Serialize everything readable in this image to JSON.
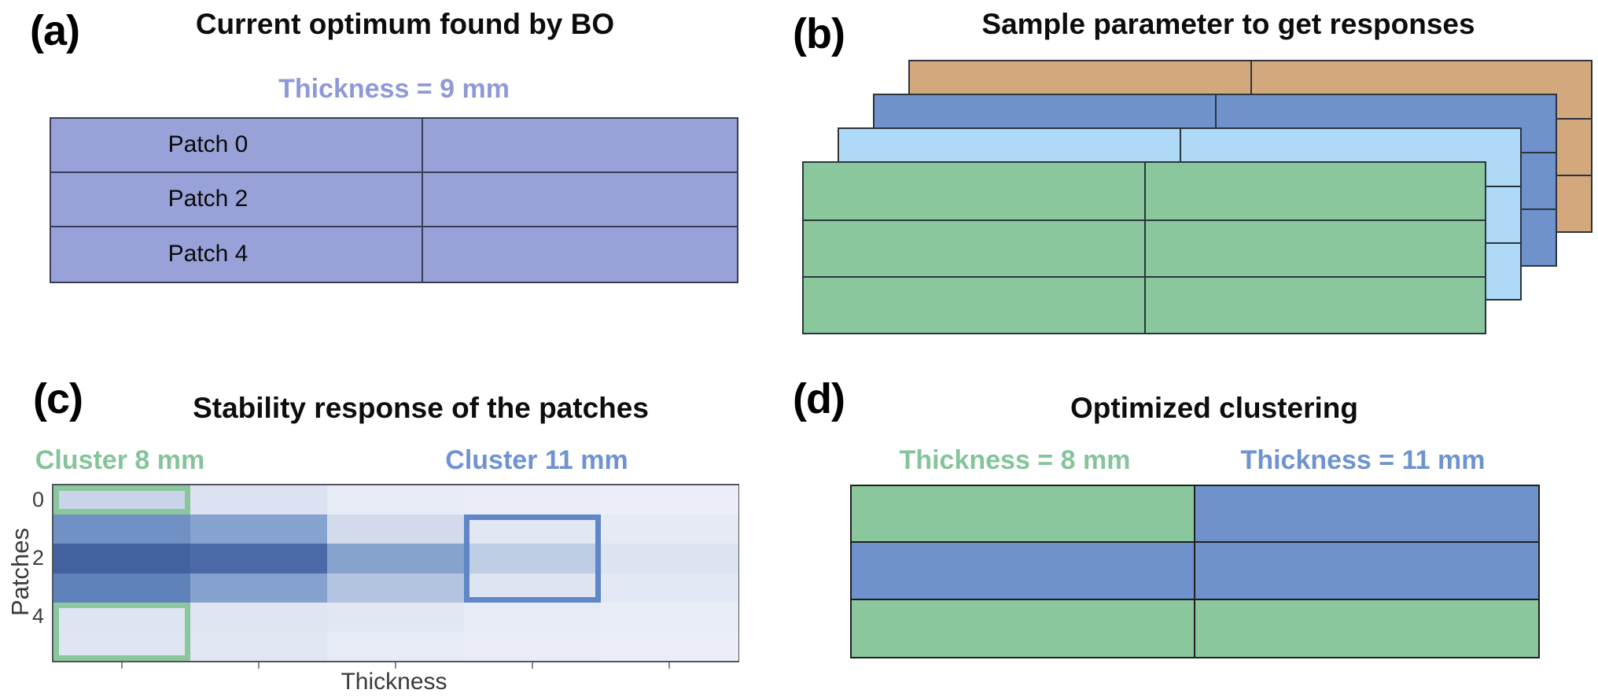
{
  "panel_a": {
    "label": "(a)",
    "title": "Current optimum found by BO",
    "subtitle": "Thickness = 9 mm",
    "subtitle_color": "#8e9ad6",
    "table": {
      "fill": "#98a2d8",
      "rows": 3,
      "cols": 2,
      "row_labels": [
        "Patch 0",
        "Patch 2",
        "Patch 4"
      ]
    }
  },
  "panel_b": {
    "label": "(b)",
    "title": "Sample parameter to get responses",
    "rows": 3,
    "cols": 2,
    "layers": [
      {
        "name": "sample-orange",
        "color": "#d3a87c"
      },
      {
        "name": "sample-blue",
        "color": "#6f92cc"
      },
      {
        "name": "sample-light-blue",
        "color": "#aed9f7"
      },
      {
        "name": "sample-green",
        "color": "#8ac79c"
      }
    ]
  },
  "panel_c": {
    "label": "(c)",
    "title": "Stability response of the patches",
    "cluster_labels": [
      {
        "text": "Cluster 8 mm",
        "color": "#85c49b"
      },
      {
        "text": "Cluster 11 mm",
        "color": "#6e93d0"
      }
    ]
  },
  "panel_d": {
    "label": "(d)",
    "title": "Optimized clustering",
    "col_labels": [
      {
        "text": "Thickness = 8 mm",
        "color": "#85c49b"
      },
      {
        "text": "Thickness = 11 mm",
        "color": "#6e93d0"
      }
    ],
    "cell_colors": [
      [
        "#8ac79c",
        "#6f92cc"
      ],
      [
        "#6f92cc",
        "#6f92cc"
      ],
      [
        "#8ac79c",
        "#8ac79c"
      ]
    ]
  },
  "chart_data": {
    "type": "heatmap",
    "title": "Stability response of the patches",
    "xlabel": "Thickness",
    "ylabel": "Patches",
    "n_rows": 6,
    "n_cols": 5,
    "y_tick_labels": [
      "0",
      "2",
      "4"
    ],
    "y_tick_rows": [
      0,
      2,
      4
    ],
    "x_tick_cols": [
      0,
      1,
      2,
      3,
      4
    ],
    "x_tick_labels": [
      "",
      "",
      "",
      "",
      ""
    ],
    "legend": "none",
    "grid": false,
    "cell_colors": [
      [
        "#c9d3ea",
        "#dce2f1",
        "#e7ebf5",
        "#eaedf7",
        "#ebeef8"
      ],
      [
        "#7191c4",
        "#85a3ce",
        "#d2dbec",
        "#e2e7f4",
        "#e6eaf5"
      ],
      [
        "#43619e",
        "#4d6aa8",
        "#86a3cd",
        "#bfcde5",
        "#dde4f1"
      ],
      [
        "#6082bb",
        "#84a2cd",
        "#b2c4df",
        "#dfe4f2",
        "#e2e8f4"
      ],
      [
        "#dde4f2",
        "#dfe5f2",
        "#e2e7f4",
        "#e7ebf5",
        "#e9edf6"
      ],
      [
        "#dfe5f3",
        "#e1e6f3",
        "#e7ebf6",
        "#eaedf7",
        "#ebeef8"
      ]
    ],
    "annotations": [
      {
        "name": "cluster-8mm-box-top",
        "color": "#8ac79c",
        "row_start": 0,
        "row_end": 1,
        "col_start": 0,
        "col_end": 1
      },
      {
        "name": "cluster-11mm-box",
        "color": "#5f86c6",
        "row_start": 1,
        "row_end": 4,
        "col_start": 3,
        "col_end": 4
      },
      {
        "name": "cluster-8mm-box-bottom",
        "color": "#8ac79c",
        "row_start": 4,
        "row_end": 6,
        "col_start": 0,
        "col_end": 1
      }
    ]
  }
}
